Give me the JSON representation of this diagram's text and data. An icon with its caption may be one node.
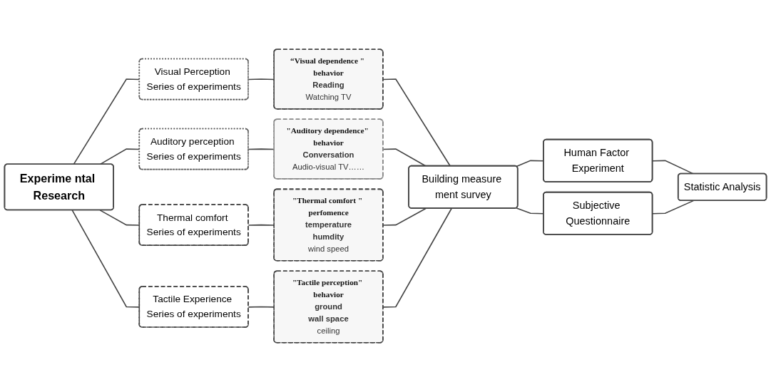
{
  "diagram": {
    "nodes": [
      {
        "text": [
          "Experime ntal Research"
        ]
      },
      {
        "text": [
          "Visual Perception Series of experiments"
        ]
      },
      {
        "text": [
          "Auditory perception Series of experiments"
        ]
      },
      {
        "text": [
          "Thermal comfort Series of experiments"
        ]
      },
      {
        "text": [
          "Tactile Experience Series of experiments"
        ]
      },
      {
        "text": [
          "“Visual dependence \" behavior",
          "Reading",
          "Watching TV"
        ]
      },
      {
        "text": [
          "\"Auditory dependence\" behavior",
          "Conversation",
          "Audio-visual TV……"
        ]
      },
      {
        "text": [
          "\"Thermal comfort \" perfomence",
          "temperature",
          "humdity",
          "wind speed"
        ]
      },
      {
        "text": [
          "\"Tactile perception\" behavior",
          "ground",
          "wall space",
          "ceiling"
        ]
      },
      {
        "text": [
          "Building measure ment survey"
        ]
      },
      {
        "text": [
          "Human Factor Experiment"
        ]
      },
      {
        "text": [
          "Subjective Questionnaire"
        ]
      },
      {
        "text": [
          "Statistic Analysis"
        ]
      }
    ],
    "edges": [
      {
        "from": 0,
        "to": 1,
        "arrow": "none"
      },
      {
        "from": 0,
        "to": 2,
        "arrow": "none"
      },
      {
        "from": 0,
        "to": 3,
        "arrow": "none"
      },
      {
        "from": 0,
        "to": 4,
        "arrow": "none"
      },
      {
        "from": 1,
        "to": 5,
        "arrow": "none"
      },
      {
        "from": 2,
        "to": 6,
        "arrow": "none"
      },
      {
        "from": 3,
        "to": 7,
        "arrow": "none"
      },
      {
        "from": 4,
        "to": 8,
        "arrow": "none"
      },
      {
        "from": 5,
        "to": 9,
        "arrow": "none"
      },
      {
        "from": 6,
        "to": 9,
        "arrow": "none"
      },
      {
        "from": 7,
        "to": 9,
        "arrow": "none"
      },
      {
        "from": 8,
        "to": 9,
        "arrow": "none"
      },
      {
        "from": 9,
        "to": 10,
        "arrow": "none"
      },
      {
        "from": 9,
        "to": 11,
        "arrow": "none"
      },
      {
        "from": 10,
        "to": 12,
        "arrow": "none"
      },
      {
        "from": 11,
        "to": 12,
        "arrow": "none"
      }
    ]
  }
}
